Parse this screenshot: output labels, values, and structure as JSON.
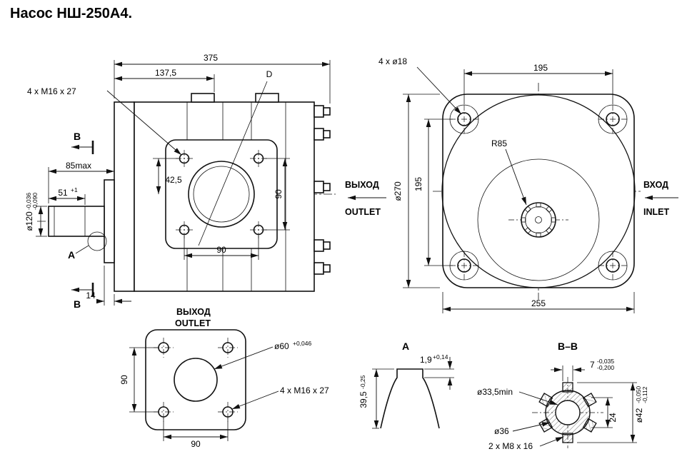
{
  "title": "Насос НШ-250А4.",
  "side": {
    "dim375": "375",
    "dim137": "137,5",
    "boltNote": "4 х М16 х 27",
    "dLabel": "D",
    "dim42": "42,5",
    "dim90v": "90",
    "dim90h": "90",
    "secB": "В",
    "dim85": "85max",
    "dim51": "51",
    "dim51tol": "+1",
    "shaftDia": "ø120",
    "shaftTolU": "-0,036",
    "shaftTolL": "-0,090",
    "aLabel": "А",
    "dim14": "14",
    "outRu": "ВЫХОД",
    "outEn": "OUTLET"
  },
  "front": {
    "holeNote": "4 х ø18",
    "dim195h": "195",
    "r85": "R85",
    "dia270": "ø270",
    "dim195v": "195",
    "dim255": "255",
    "inRu": "ВХОД",
    "inEn": "INLET"
  },
  "flange": {
    "outRu": "ВЫХОД",
    "outEn": "OUTLET",
    "dia60": "ø60",
    "dia60tol": "+0,046",
    "boltNote": "4 х М16 х 27",
    "dim90v": "90",
    "dim90h": "90"
  },
  "secA": {
    "label": "А",
    "dim395": "39,5",
    "dim395tol": "-0,25",
    "dim19": "1,9",
    "dim19tol": "+0,14"
  },
  "secBB": {
    "label": "В–В",
    "dim7": "7",
    "dim7tolU": "-0,035",
    "dim7tolL": "-0,200",
    "dia335": "ø33,5min",
    "dia36": "ø36",
    "boltNote": "2 х М8 х 16",
    "dim24": "24",
    "dia42": "ø42",
    "dia42tolU": "-0,050",
    "dia42tolL": "-0,112"
  }
}
